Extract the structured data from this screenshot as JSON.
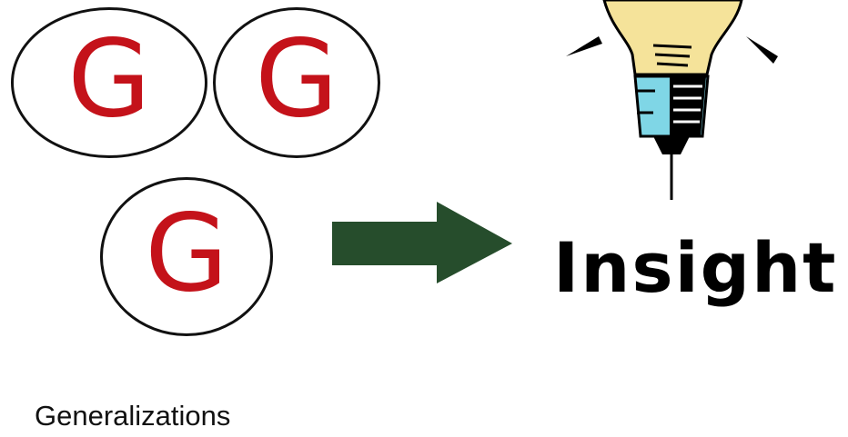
{
  "circles": [
    {
      "letter": "G"
    },
    {
      "letter": "G"
    },
    {
      "letter": "G"
    }
  ],
  "insight_label": "Insight",
  "caption": "Generalizations",
  "colors": {
    "letter": "#c4121a",
    "arrow": "#264d2c",
    "bulb_glass": "#f5e39a",
    "bulb_base": "#7fd6e6"
  },
  "icons": {
    "arrow": "right-arrow-icon",
    "bulb": "lightbulb-icon"
  }
}
